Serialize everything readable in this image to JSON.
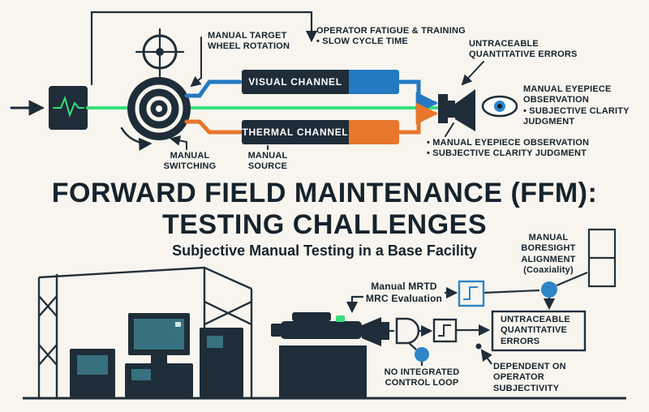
{
  "colors": {
    "background": "#f7f5ee",
    "dark": "#1e2d38",
    "blue": "#2379c2",
    "node_blue": "#2e86c8",
    "orange": "#e8762b",
    "green": "#38e07c",
    "screen_teal": "#37707e",
    "text": "#15232d"
  },
  "top": {
    "labels": {
      "target_wheel": "MANUAL TARGET\nWHEEL ROTATION",
      "operator_fatigue": "OPERATOR FATIGUE & TRAINING\n• SLOW CYCLE TIME",
      "untraceable": "UNTRACEABLE\nQUANTITATIVE ERRORS",
      "visual_channel": "VISUAL CHANNEL",
      "thermal_channel": "THERMAL CHANNEL",
      "eyepiece_right": "MANUAL EYEPIECE\nOBSERVATION\n• SUBJECTIVE CLARITY\nJUDGMENT",
      "eyepiece_below": "• MANUAL EYEPIECE OBSERVATION\n• SUBJECTIVE CLARITY JUDGMENT",
      "manual_switching": "MANUAL\nSWITCHING",
      "manual_source": "MANUAL\nSOURCE"
    }
  },
  "title": {
    "heading": "FORWARD FIELD MAINTENANCE (FFM):\nTESTING CHALLENGES",
    "subtitle": "Subjective Manual Testing in a Base Facility"
  },
  "bottom": {
    "labels": {
      "mrtd": "Manual MRTD\nMRC Evaluation",
      "boresight": "MANUAL\nBORESIGHT\nALIGNMENT\n(Coaxiality)",
      "untraceable_box": "UNTRACEABLE\nQUANTITATIVE\nERRORS",
      "no_control_loop": "NO INTEGRATED\nCONTROL LOOP",
      "dependent": "DEPENDENT ON\nOPERATOR\nSUBJECTIVITY"
    }
  }
}
